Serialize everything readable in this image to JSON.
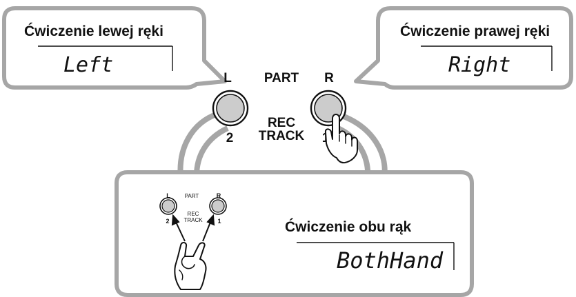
{
  "callouts": {
    "left": {
      "title": "Ćwiczenie lewej ręki",
      "display": "Left"
    },
    "right": {
      "title": "Ćwiczenie prawej ręki",
      "display": "Right"
    },
    "both": {
      "title": "Ćwiczenie obu rąk",
      "display": "BothHand"
    }
  },
  "panel": {
    "left_button_label": "L",
    "right_button_label": "R",
    "part_label": "PART",
    "rec_label": "REC",
    "track_label": "TRACK",
    "left_track_number": "2",
    "right_track_number": "1"
  },
  "mini_panel": {
    "left_button_label": "L",
    "right_button_label": "R",
    "part_label": "PART",
    "rec_label": "REC",
    "track_label": "TRACK",
    "left_track_number": "2",
    "right_track_number": "1"
  },
  "colors": {
    "bubble_border": "#a6a6a6",
    "bubble_fill": "#ffffff",
    "button_fill": "#cccccc",
    "ink": "#111111"
  },
  "icons": {
    "pressing_hand": "one-finger-hand-icon",
    "two_finger_hand": "two-finger-hand-icon"
  }
}
